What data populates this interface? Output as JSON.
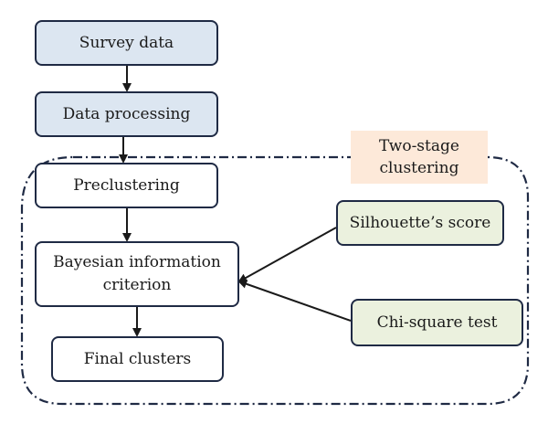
{
  "nodes": {
    "survey": "Survey data",
    "processing": "Data processing",
    "preclustering": "Preclustering",
    "bic": "Bayesian information\ncriterion",
    "final": "Final clusters",
    "silhouette": "Silhouette’s score",
    "chisquare": "Chi-square test"
  },
  "group": {
    "label": "Two-stage\nclustering"
  },
  "colors": {
    "outline": "#1f2a44",
    "blue_fill": "#dce6f1",
    "green_fill": "#ebf1de",
    "label_fill": "#fde9d9"
  }
}
